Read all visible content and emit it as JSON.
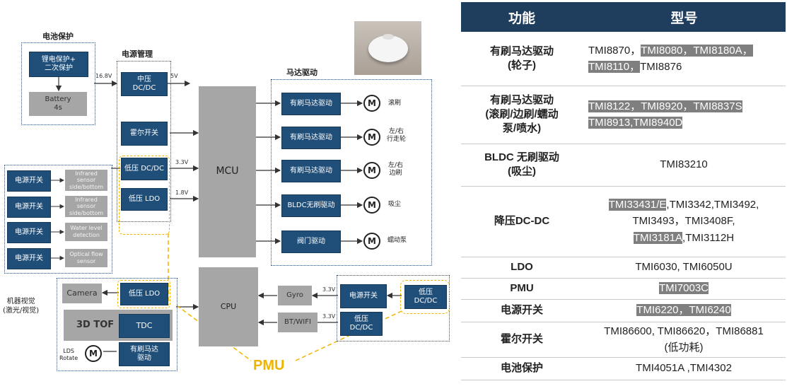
{
  "diagram": {
    "battery_group_title": "电池保护",
    "li_protect": "锂电保护+\n二次保护",
    "battery": "Battery\n4s",
    "v16_8": "16.8V",
    "power_mgmt_title": "电源管理",
    "mid_dcdc": "中压\nDC/DC",
    "v5": "5V",
    "hall": "霍尔开关",
    "low_dcdc": "低压 DC/DC",
    "v3_3": "3.3V",
    "low_ldo": "低压 LDO",
    "v1_8": "1.8V",
    "mcu": "MCU",
    "motor_group_title": "马达驱动",
    "brush_drive": "有刷马达驱动",
    "bldc_drive": "BLDC无刷驱动",
    "valve_drive": "阀门驱动",
    "motor_symbol": "M",
    "motors": [
      "滚刷",
      "左/右\n行走轮",
      "左/右\n边刷",
      "吸尘",
      "蠕动泵"
    ],
    "power_switch": "电源开关",
    "sensors": [
      "Infrared\nsensor\nside/bottom",
      "Infrared\nsensor\nside/bottom",
      "Water level\ndetection",
      "Optical flow\nsensor"
    ],
    "vision_label": "机器视觉\n(激光/视觉)",
    "camera": "Camera",
    "ldo_camera": "低压 LDO",
    "tof": "3D TOF",
    "tdc": "TDC",
    "lds_rotate": "LDS\nRotate",
    "lds_drive": "有刷马达\n驱动",
    "cpu": "CPU",
    "gyro": "Gyro",
    "btwifi": "BT/WIFI",
    "v3_3b": "3.3V",
    "v3_3c": "3.3V",
    "ps_right": "电源开关",
    "low_dcdc_right": "低压\nDC/DC",
    "low_dcdc_yellow": "低压\nDC/DC",
    "pmu": "PMU"
  },
  "table": {
    "header_func": "功能",
    "header_model": "型号",
    "rows": [
      {
        "func": "有刷马达驱动\n(轮子)"
      },
      {
        "func": "有刷马达驱动\n(滚刷/边刷/蠕动\n泵/喷水)"
      },
      {
        "func": "BLDC 无刷驱动\n(吸尘)"
      },
      {
        "func": "降压DC-DC"
      },
      {
        "func": "LDO"
      },
      {
        "func": "PMU"
      },
      {
        "func": "电源开关"
      },
      {
        "func": "霍尔开关"
      },
      {
        "func": "电池保护"
      }
    ],
    "m0": [
      "TMI8870，",
      "TMI8080，TMI8180A，",
      "TMI8110，",
      "TMI8876"
    ],
    "m1": [
      "TMI8122，TMI8920，TMI8837S",
      "TMI8913,TMI8940D"
    ],
    "m2": "TMI83210",
    "m3": [
      "TMI33431/E",
      ",TMI3342,TMI3492,",
      "TMI3493，TMI3408F,",
      "TMI3181A",
      ",TMI3112H"
    ],
    "m4": "TMI6030, TMI6050U",
    "m5": "TMI7003C",
    "m6": "TMI6220，TMI6240",
    "m7": [
      "TMI86600, TMI86620，TMI86881",
      "(低功耗)"
    ],
    "m8": "TMI4051A ,TMI4302"
  },
  "colors": {
    "dark_blue": "#1f4e79",
    "header": "#1f3d5c",
    "gray": "#a6a6a6",
    "pmu_yellow": "#f0b400",
    "highlight": "#7f7f7f"
  }
}
